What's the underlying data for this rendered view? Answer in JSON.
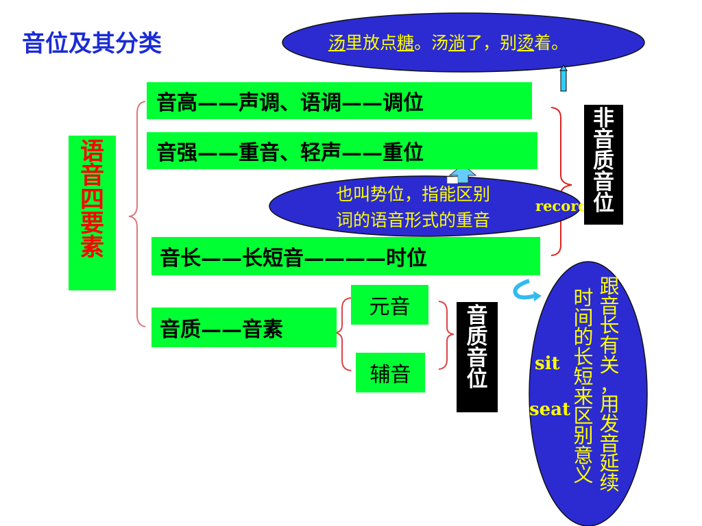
{
  "title": "音位及其分类",
  "top_bubble": {
    "segments": [
      {
        "t": "汤",
        "u": true
      },
      {
        "t": "里放点",
        "u": false
      },
      {
        "t": "糖",
        "u": true
      },
      {
        "t": "。汤",
        "u": false
      },
      {
        "t": "淌",
        "u": true
      },
      {
        "t": "了，别",
        "u": false
      },
      {
        "t": "烫",
        "u": true
      },
      {
        "t": "着。",
        "u": false
      }
    ]
  },
  "left_label": "语音四要素",
  "rows": {
    "pitch": "音高——声调、语调——调位",
    "stress": "音强——重音、轻声——重位",
    "length": "音长——长短音————时位",
    "quality": "音质——音素"
  },
  "stress_bubble": {
    "line1": "也叫势位，指能区别",
    "line2": "词的语音形式的重音",
    "example": "record"
  },
  "non_quality_label": "非音质音位",
  "quality_label": "音质音位",
  "vowel": "元音",
  "consonant": "辅音",
  "length_bubble": {
    "col1": "跟音长有关，用发音延续",
    "col2": "时间的长短来区别意义",
    "ex1": "sit",
    "ex2": "seat"
  },
  "colors": {
    "title": "#1a2bd6",
    "green": "#00ff33",
    "bubble": "#2b2bd1",
    "yellow": "#ffff00",
    "red": "#ff0000",
    "bracket": "#dd2222"
  }
}
